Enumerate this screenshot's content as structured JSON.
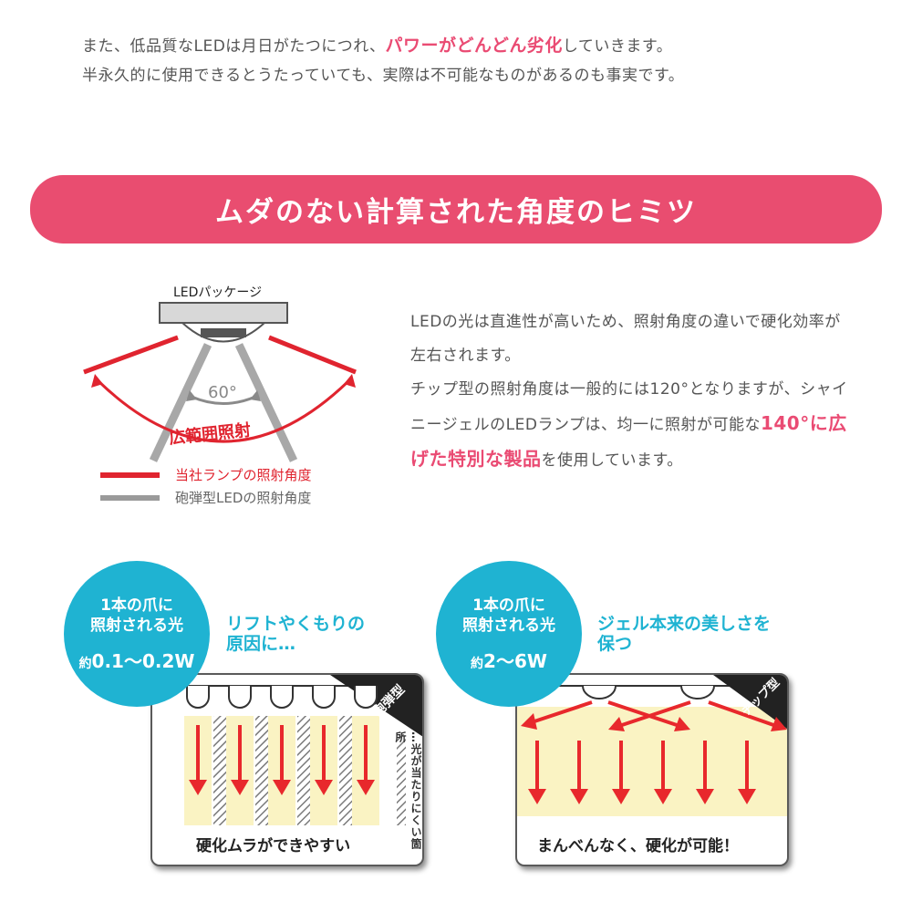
{
  "intro": {
    "line1_pre": "また、低品質なLEDは月日がたつにつれ、",
    "line1_highlight": "パワーがどんどん劣化",
    "line1_post": "していきます。",
    "line2": "半永久的に使用できるとうたっていても、実際は不可能なものがあるのも事実です。"
  },
  "banner": {
    "title": "ムダのない計算された角度のヒミツ"
  },
  "diagram": {
    "package_label": "LEDパッケージ",
    "angle_label": "60°",
    "wide_label": "広範囲照射",
    "legend": [
      {
        "label": "当社ランプの照射角度",
        "color": "#e0242f"
      },
      {
        "label": "砲弾型LEDの照射角度",
        "color": "#9a9a9a"
      }
    ]
  },
  "description": {
    "part1": "LEDの光は直進性が高いため、照射角度の違いで硬化効率が左右されます。",
    "part2": "チップ型の照射角度は一般的には120°となりますが、シャイニージェルのLEDランプは、均一に照射が可能な",
    "highlight": "140°に広げた特別な製品",
    "part3": "を使用しています。"
  },
  "left_panel": {
    "circle_line1": "1本の爪に",
    "circle_line2": "照射される光",
    "circle_prefix": "約",
    "circle_value": "0.1〜0.2W",
    "caption_line1": "リフトやくもりの",
    "caption_line2": "原因に…",
    "tag": "砲弾型",
    "side_note": "…光が当たりにくい箇所",
    "bottom_text": "硬化ムラができやすい"
  },
  "right_panel": {
    "circle_line1": "1本の爪に",
    "circle_line2": "照射される光",
    "circle_prefix": "約",
    "circle_value": "2〜6W",
    "caption_line1": "ジェル本来の美しさを",
    "caption_line2": "保つ",
    "tag": "チップ型",
    "bottom_text": "まんべんなく、硬化が可能！"
  },
  "colors": {
    "accent_pink": "#e94d70",
    "cyan": "#1fb3d2",
    "arrow_red": "#e8282c",
    "pale_yellow": "#faf3c3"
  }
}
